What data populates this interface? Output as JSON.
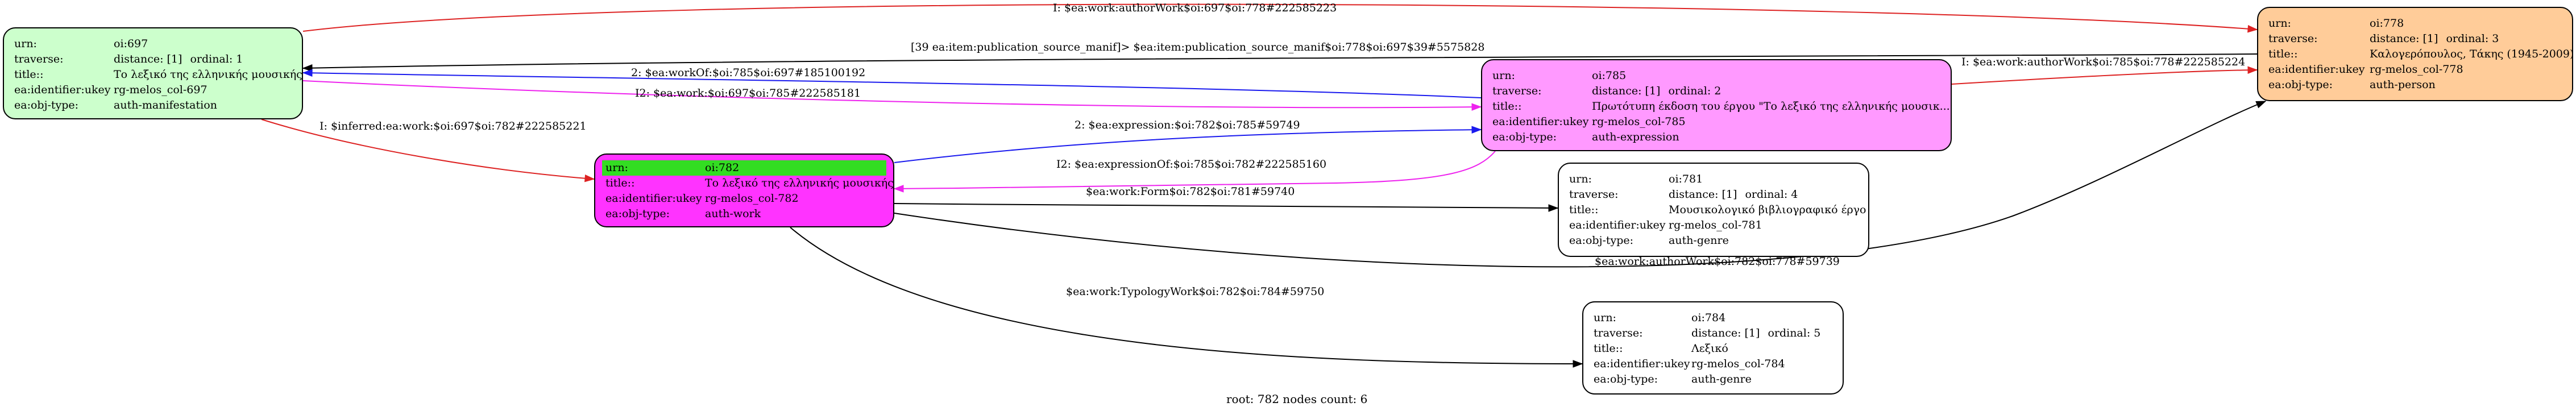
{
  "colors": {
    "n697": "#ccffcc",
    "n778": "#ffcc99",
    "n785": "#ff99ff",
    "n782": "#ff33ff",
    "n782_header": "#33dd22",
    "plain": "#ffffff",
    "edge_red": "#dd2222",
    "edge_blue": "#1a1aee",
    "edge_magenta": "#ee22ee",
    "edge_black": "#000000"
  },
  "nodes": {
    "n697": {
      "urn": {
        "k": "urn:",
        "v": "oi:697"
      },
      "traverse": {
        "k": "traverse:",
        "v1": "distance: [1]",
        "v2": "ordinal: 1"
      },
      "title": {
        "k": "title::",
        "v": "Το λεξικό της ελληνικής μουσικής"
      },
      "ukey": {
        "k": "ea:identifier:ukey",
        "v": "rg-melos_col-697"
      },
      "objtype": {
        "k": "ea:obj-type:",
        "v": "auth-manifestation"
      }
    },
    "n778": {
      "urn": {
        "k": "urn:",
        "v": "oi:778"
      },
      "traverse": {
        "k": "traverse:",
        "v1": "distance: [1]",
        "v2": "ordinal: 3"
      },
      "title": {
        "k": "title::",
        "v": "Καλογερόπουλος, Τάκης (1945-2009)"
      },
      "ukey": {
        "k": "ea:identifier:ukey",
        "v": "rg-melos_col-778"
      },
      "objtype": {
        "k": "ea:obj-type:",
        "v": "auth-person"
      }
    },
    "n785": {
      "urn": {
        "k": "urn:",
        "v": "oi:785"
      },
      "traverse": {
        "k": "traverse:",
        "v1": "distance: [1]",
        "v2": "ordinal: 2"
      },
      "title": {
        "k": "title::",
        "v": "Πρωτότυπη έκδοση του έργου \"Το λεξικό της ελληνικής μουσικ..."
      },
      "ukey": {
        "k": "ea:identifier:ukey",
        "v": "rg-melos_col-785"
      },
      "objtype": {
        "k": "ea:obj-type:",
        "v": "auth-expression"
      }
    },
    "n782": {
      "urn": {
        "k": "urn:",
        "v": "oi:782"
      },
      "title": {
        "k": "title::",
        "v": "Το λεξικό της ελληνικής μουσικής"
      },
      "ukey": {
        "k": "ea:identifier:ukey",
        "v": "rg-melos_col-782"
      },
      "objtype": {
        "k": "ea:obj-type:",
        "v": "auth-work"
      }
    },
    "n781": {
      "urn": {
        "k": "urn:",
        "v": "oi:781"
      },
      "traverse": {
        "k": "traverse:",
        "v1": "distance: [1]",
        "v2": "ordinal: 4"
      },
      "title": {
        "k": "title::",
        "v": "Μουσικολογικό βιβλιογραφικό έργο"
      },
      "ukey": {
        "k": "ea:identifier:ukey",
        "v": "rg-melos_col-781"
      },
      "objtype": {
        "k": "ea:obj-type:",
        "v": "auth-genre"
      }
    },
    "n784": {
      "urn": {
        "k": "urn:",
        "v": "oi:784"
      },
      "traverse": {
        "k": "traverse:",
        "v1": "distance: [1]",
        "v2": "ordinal: 5"
      },
      "title": {
        "k": "title::",
        "v": "Λεξικό"
      },
      "ukey": {
        "k": "ea:identifier:ukey",
        "v": "rg-melos_col-784"
      },
      "objtype": {
        "k": "ea:obj-type:",
        "v": "auth-genre"
      }
    }
  },
  "edges": {
    "e1": "I: $ea:work:authorWork$oi:697$oi:778#222585223",
    "e2": "[39 ea:item:publication_source_manif]> $ea:item:publication_source_manif$oi:778$oi:697$39#5575828",
    "e3": "2: $ea:workOf:$oi:785$oi:697#185100192",
    "e4": "I2: $ea:work:$oi:697$oi:785#222585181",
    "e5": "I: $ea:work:authorWork$oi:785$oi:778#222585224",
    "e6": "I: $inferred:ea:work:$oi:697$oi:782#222585221",
    "e7": "2: $ea:expression:$oi:782$oi:785#59749",
    "e8": "I2: $ea:expressionOf:$oi:785$oi:782#222585160",
    "e9": "$ea:work:Form$oi:782$oi:781#59740",
    "e10": "$ea:work:authorWork$oi:782$oi:778#59739",
    "e11": "$ea:work:TypologyWork$oi:782$oi:784#59750"
  },
  "footer": "root: 782 nodes count: 6"
}
